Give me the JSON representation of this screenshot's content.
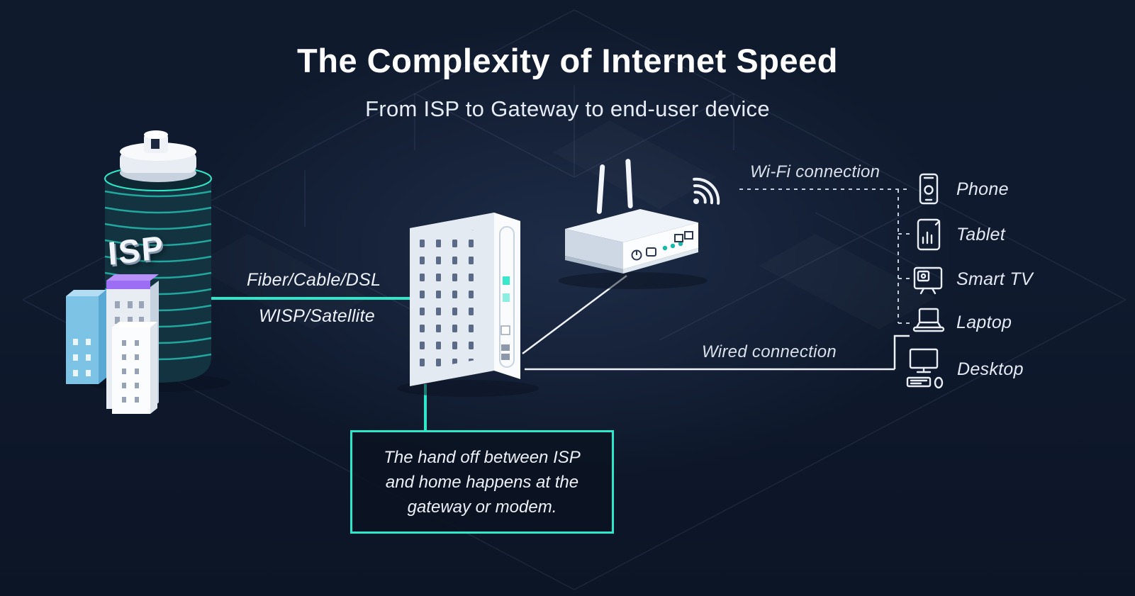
{
  "header": {
    "title": "The Complexity of Internet Speed",
    "subtitle": "From ISP to Gateway to end-user device"
  },
  "isp": {
    "label": "ISP"
  },
  "links": {
    "fiber": "Fiber/Cable/DSL",
    "wisp": "WISP/Satellite",
    "wifi": "Wi-Fi connection",
    "wired": "Wired connection"
  },
  "devices": [
    {
      "label": "Phone",
      "icon": "phone-icon"
    },
    {
      "label": "Tablet",
      "icon": "tablet-icon"
    },
    {
      "label": "Smart TV",
      "icon": "smart-tv-icon"
    },
    {
      "label": "Laptop",
      "icon": "laptop-icon"
    },
    {
      "label": "Desktop",
      "icon": "desktop-icon"
    }
  ],
  "callout": {
    "text": "The hand off between ISP and home happens at the gateway or modem."
  },
  "colors": {
    "background": "#111a2c",
    "accent_teal": "#2ee6c8",
    "purple_accent": "#9b6ef3",
    "light_blue": "#7cc3e6",
    "text_primary": "#ffffff",
    "text_secondary": "#dce3ee"
  }
}
